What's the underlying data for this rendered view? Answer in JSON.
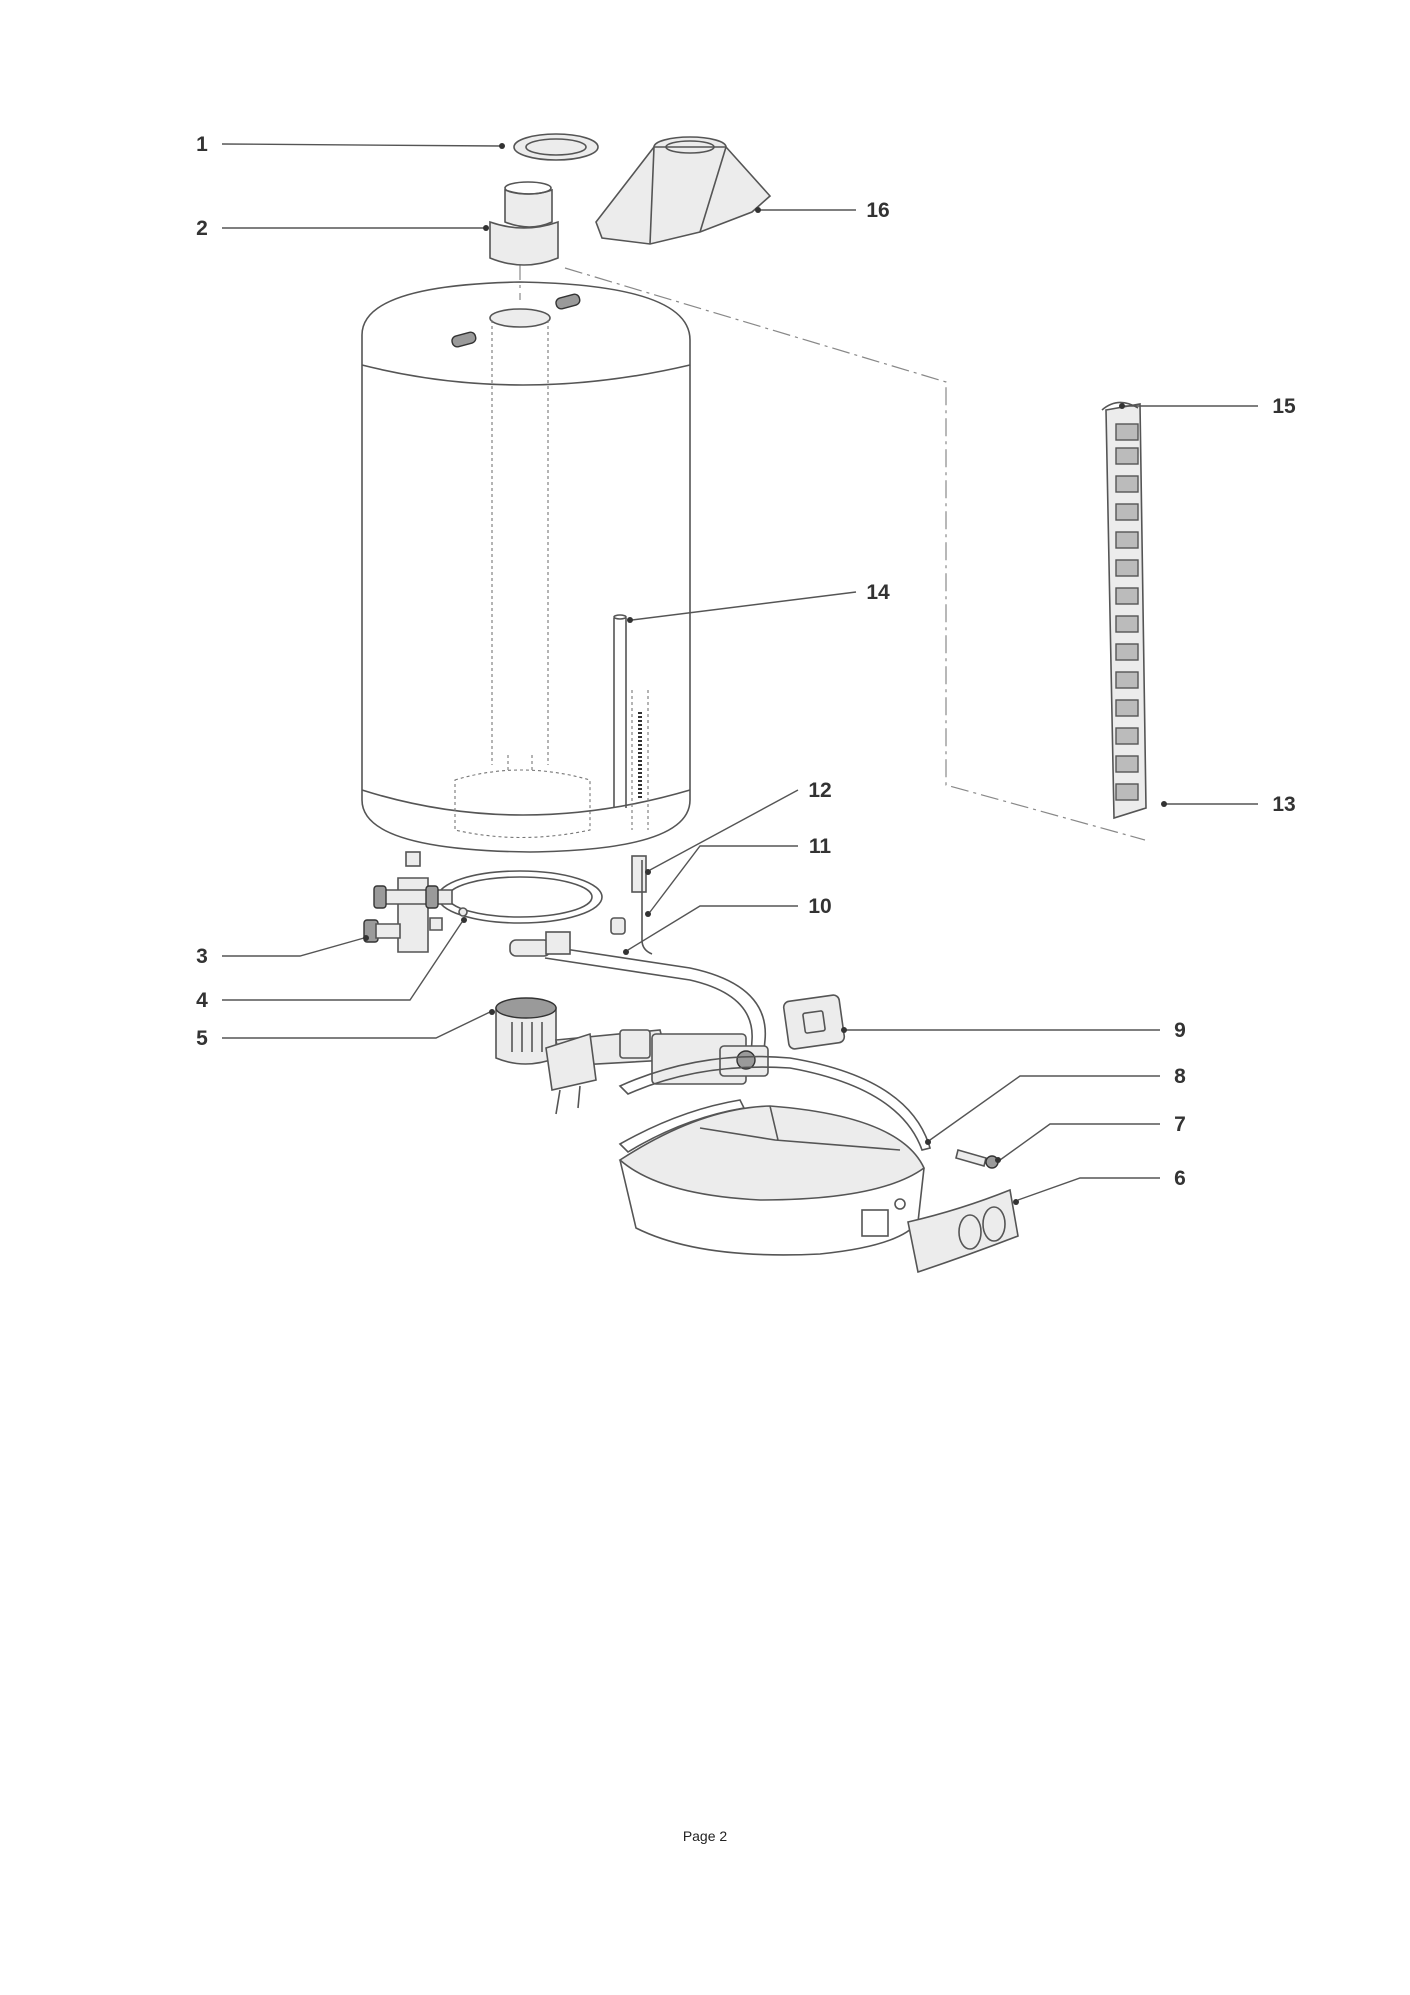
{
  "diagram": {
    "callouts": [
      {
        "num": "1"
      },
      {
        "num": "2"
      },
      {
        "num": "3"
      },
      {
        "num": "4"
      },
      {
        "num": "5"
      },
      {
        "num": "6"
      },
      {
        "num": "7"
      },
      {
        "num": "8"
      },
      {
        "num": "9"
      },
      {
        "num": "10"
      },
      {
        "num": "11"
      },
      {
        "num": "12"
      },
      {
        "num": "13"
      },
      {
        "num": "14"
      },
      {
        "num": "15"
      },
      {
        "num": "16"
      }
    ]
  },
  "footer": {
    "page_label": "Page 2"
  }
}
